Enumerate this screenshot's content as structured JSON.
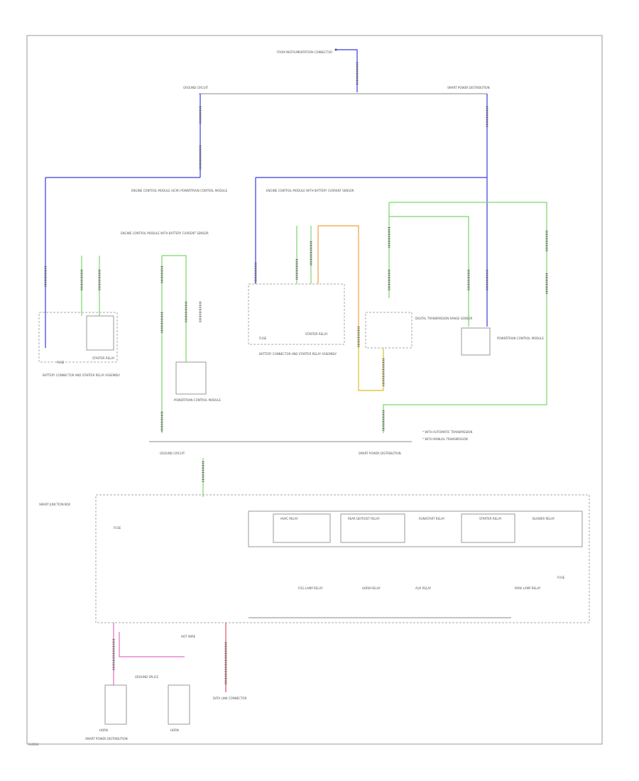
{
  "diagram": {
    "labels": {
      "top_power": "FROM INSTRUMENTATION CONNECTOR",
      "ground_left_top": "GROUND CIRCUIT",
      "ground_right_top": "SMART POWER DISTRIBUTION",
      "ecu_left": "ENGINE CONTROL MODULE (ECM) POWERTRAIN CONTROL MODULE",
      "ecu_left_2": "ENGINE CONTROL MODULE WITH BATTERY CURRENT SENSOR",
      "ecu_right": "ENGINE CONTROL MODULE WITH BATTERY CURRENT SENSOR",
      "fuse_left": "FUSE",
      "starter_relay_left": "STARTER RELAY",
      "battery_left": "BATTERY CONNECTOR AND STARTER RELAY ASSEMBLY",
      "pcm_left": "POWERTRAIN CONTROL MODULE",
      "fuse_right": "FUSE",
      "starter_relay_right": "STARTER RELAY",
      "battery_right": "BATTERY CONNECTOR AND STARTER RELAY ASSEMBLY",
      "trans_switch": "DIGITAL TRANSMISSION RANGE SENSOR",
      "pcm_right": "POWERTRAIN CONTROL MODULE",
      "ground_mid_left": "GROUND CIRCUIT",
      "ground_mid_right": "SMART POWER DISTRIBUTION",
      "note_1": "* WITH AUTOMATIC TRANSMISSION",
      "note_2": "* WITH MANUAL TRANSMISSION",
      "bjb_label": "SMART JUNCTION BOX",
      "ign_fuse": "FUSE",
      "hvac_relay": "HVAC RELAY",
      "rear_defrost": "REAR DEFROST RELAY",
      "run_start": "RUN/START RELAY",
      "starter_relay_box": "STARTER RELAY",
      "blower_relay": "BLOWER RELAY",
      "fog_lamp_relay": "FOG LAMP RELAY",
      "horn_relay": "HORN RELAY",
      "aux_relay": "AUX RELAY",
      "park_lamp_relay": "PARK LAMP RELAY",
      "fuse_right_box": "FUSE",
      "hot_wire": "HOT WIRE",
      "horn_left": "HORN",
      "ground_bottom": "SMART POWER DISTRIBUTION",
      "horn_right": "HORN",
      "ground_splice": "GROUND SPLICE",
      "data_link": "DATA LINK CONNECTOR",
      "corner_code": "S-2014"
    }
  }
}
